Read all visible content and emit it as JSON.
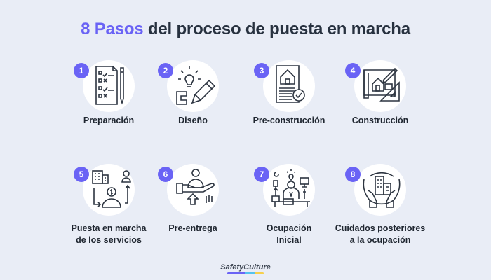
{
  "title": {
    "accent": "8 Pasos",
    "rest": " del proceso de puesta en marcha"
  },
  "colors": {
    "accent": "#6a63f5",
    "background": "#e9edf6",
    "text": "#27313f"
  },
  "steps": [
    {
      "number": "1",
      "label": "Preparación",
      "icon": "checklist-pencil-icon"
    },
    {
      "number": "2",
      "label": "Diseño",
      "icon": "lightbulb-pencil-icon"
    },
    {
      "number": "3",
      "label": "Pre-construcción",
      "icon": "house-document-check-icon"
    },
    {
      "number": "4",
      "label": "Construcción",
      "icon": "blueprint-house-ruler-icon"
    },
    {
      "number": "5",
      "label_line1": "Puesta en marcha",
      "label_line2": "de los servicios",
      "icon": "building-money-person-icon"
    },
    {
      "number": "6",
      "label": "Pre-entrega",
      "icon": "hand-person-upload-icon"
    },
    {
      "number": "7",
      "label_line1": "Ocupación",
      "label_line2": "Inicial",
      "icon": "person-desk-office-icon"
    },
    {
      "number": "8",
      "label_line1": "Cuidados posteriores",
      "label_line2": "a la ocupación",
      "icon": "hands-buildings-icon"
    }
  ],
  "footer": {
    "brand": "SafetyCulture"
  }
}
